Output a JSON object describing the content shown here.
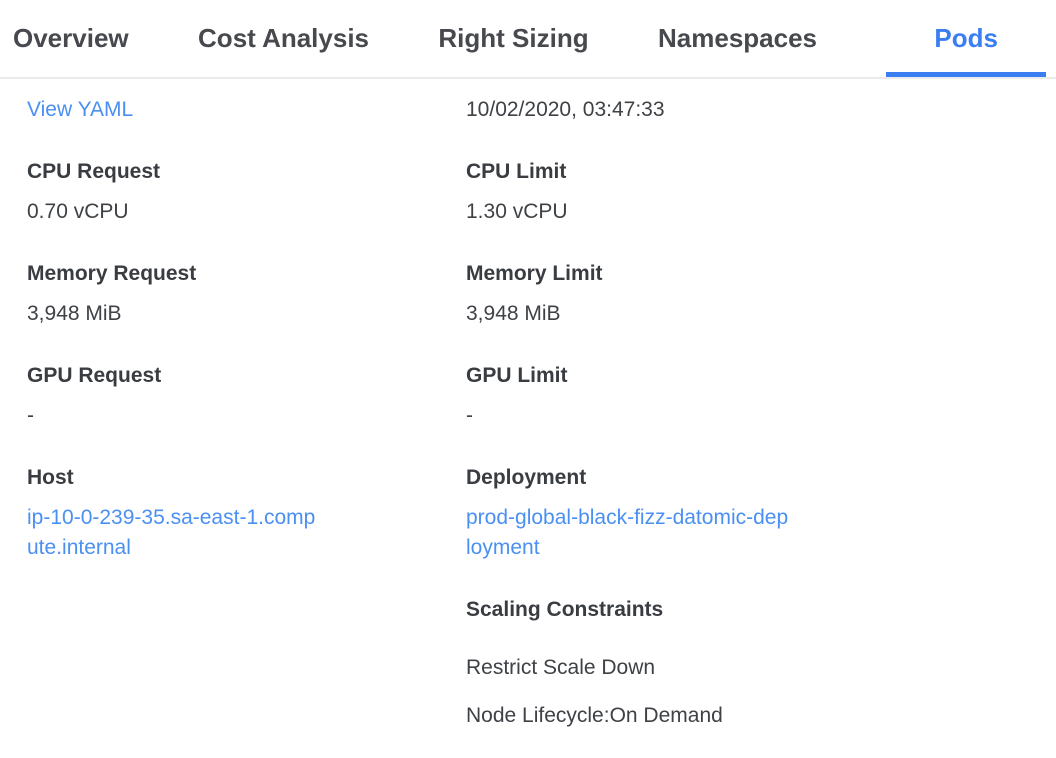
{
  "tabs": {
    "items": [
      {
        "label": "Overview",
        "active": false
      },
      {
        "label": "Cost Analysis",
        "active": false
      },
      {
        "label": "Right Sizing",
        "active": false
      },
      {
        "label": "Namespaces",
        "active": false
      },
      {
        "label": "Pods",
        "active": true
      }
    ]
  },
  "details": {
    "view_yaml_link": "View YAML",
    "timestamp": "10/02/2020, 03:47:33",
    "left_fields": [
      {
        "label": "CPU Request",
        "value": "0.70 vCPU",
        "type": "text"
      },
      {
        "label": "Memory Request",
        "value": "3,948 MiB",
        "type": "text"
      },
      {
        "label": "GPU Request",
        "value": "-",
        "type": "text"
      },
      {
        "label": "Host",
        "value": "ip-10-0-239-35.sa-east-1.compute.internal",
        "type": "link"
      }
    ],
    "right_fields": [
      {
        "label": "CPU Limit",
        "value": "1.30 vCPU",
        "type": "text"
      },
      {
        "label": "Memory Limit",
        "value": "3,948 MiB",
        "type": "text"
      },
      {
        "label": "GPU Limit",
        "value": "-",
        "type": "text"
      },
      {
        "label": "Deployment",
        "value": "prod-global-black-fizz-datomic-deployment",
        "type": "link"
      }
    ],
    "scaling_constraints": {
      "title": "Scaling Constraints",
      "items": [
        "Restrict Scale Down",
        "Node Lifecycle:On Demand"
      ]
    }
  },
  "colors": {
    "active_tab_blue": "#3b7ef2",
    "link_blue": "#4a90f2",
    "label_text": "#393c40",
    "body_text": "#3e4146",
    "tab_text": "#47494e",
    "tabbar_border": "#ebebeb"
  }
}
